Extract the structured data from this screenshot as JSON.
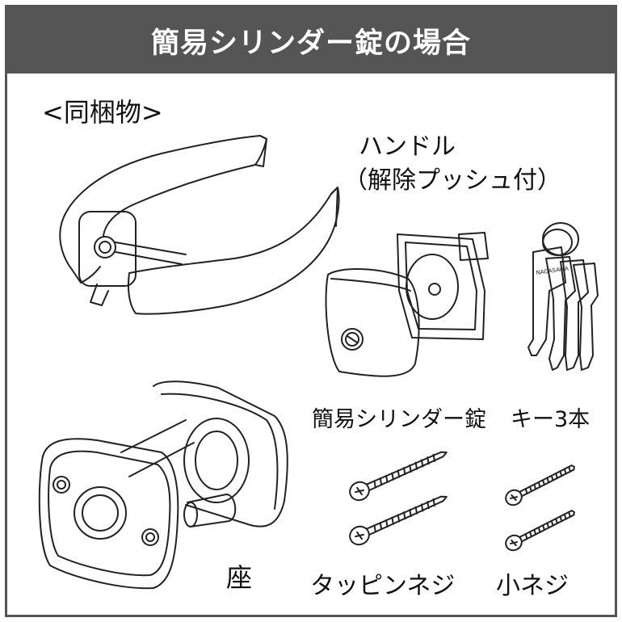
{
  "header": {
    "title": "簡易シリンダー錠の場合",
    "background": "#555555",
    "text_color": "#ffffff"
  },
  "contents_heading": "<同梱物>",
  "parts": {
    "handle_name": "ハンドル",
    "handle_note": "（解除プッシュ付）",
    "cylinder_lock": "簡易シリンダー錠",
    "keys": "キー3本",
    "key_stamp": "NAGASAWA",
    "seat": "座",
    "tapping_screws": "タッピンネジ",
    "small_screws": "小ネジ"
  }
}
